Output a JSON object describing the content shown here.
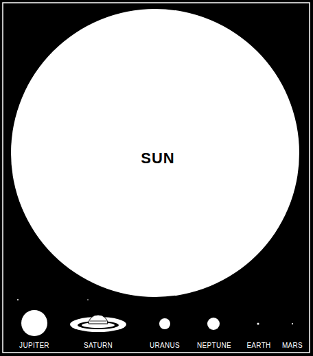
{
  "diagram": {
    "nodes": [
      {
        "text": [
          "SUN"
        ]
      }
    ],
    "labels": [
      "JUPITER",
      "SATURN",
      "URANUS",
      "NEPTUNE",
      "EARTH",
      "MARS"
    ]
  }
}
